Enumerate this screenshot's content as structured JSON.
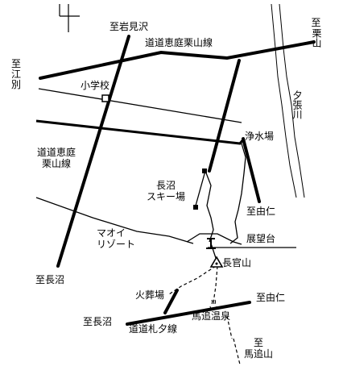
{
  "map": {
    "labels": {
      "north": "至岩見沢",
      "east_kuriyama_to": "至",
      "east_kuriyama": "栗山",
      "west_ebetsu_to": "至",
      "west_ebetsu": "江別",
      "route_top": "道道恵庭栗山線",
      "school": "小学校",
      "river": "夕張川",
      "water_plant": "浄水場",
      "route_left_1": "道道恵庭",
      "route_left_2": "栗山線",
      "naganuma_ski_1": "長沼",
      "naganuma_ski_2": "スキー場",
      "yuni_1": "至由仁",
      "maoi_1": "マオイ",
      "maoi_2": "リゾート",
      "observatory": "展望台",
      "choukan": "長官山",
      "naganuma_south": "至長沼",
      "crematorium": "火葬場",
      "yuni_2": "至由仁",
      "umaoi_onsen": "馬追温泉",
      "naganuma_bottom": "至長沼",
      "route_bottom": "道道札夕線",
      "umaoi_to": "至",
      "umaoi_mt": "馬追山"
    },
    "icons": {
      "north_arrow": "north-arrow-icon",
      "school": "school-square-icon",
      "ski": "ski-lift-square-icon",
      "observatory": "observatory-tower-icon",
      "peak": "triangle-peak-icon",
      "hot_spring": "hot-spring-icon"
    }
  }
}
